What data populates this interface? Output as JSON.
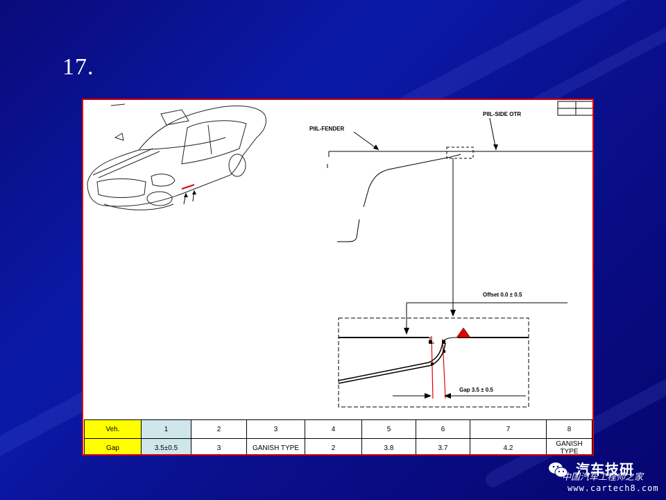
{
  "slide": {
    "number": "17."
  },
  "drawing": {
    "label_fender": "PIIL-FENDER",
    "label_side_otr": "PIIL-SIDE OTR",
    "label_offset": "Offset  0.0  ± 0.5",
    "label_gap": "Gap  3.5 ± 0.5",
    "marker_color": "#e00000"
  },
  "table": {
    "header_label": "Veh.",
    "row_label": "Gap",
    "vehicles": [
      "1",
      "2",
      "3",
      "4",
      "5",
      "6",
      "7",
      "8"
    ],
    "gaps": [
      "3.5±0.5",
      "3",
      "GANISH TYPE",
      "2",
      "3.8",
      "3.7",
      "4.2",
      "GANISH TYPE"
    ],
    "highlight_color": "#ffff00",
    "selected_color": "#cfe7ea"
  },
  "watermark": {
    "logo_icon": "wechat-icon",
    "title": "汽车技研",
    "subtitle": "中国汽车工程师之家",
    "url": "www.cartech8.com"
  }
}
